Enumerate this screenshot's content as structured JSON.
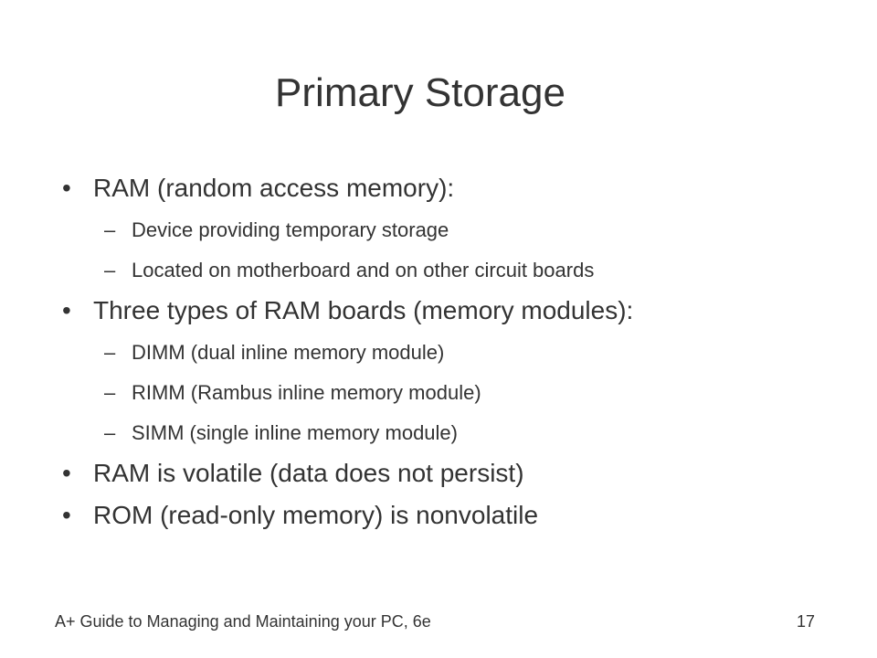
{
  "slide": {
    "title": "Primary Storage",
    "bullets": [
      {
        "text": "RAM (random access memory):",
        "sub": [
          "Device providing temporary storage",
          "Located on motherboard and on other circuit boards"
        ]
      },
      {
        "text": "Three types of RAM boards (memory modules):",
        "sub": [
          "DIMM (dual inline memory module)",
          "RIMM (Rambus inline memory module)",
          "SIMM (single inline memory module)"
        ]
      },
      {
        "text": "RAM is volatile (data does not persist)",
        "sub": []
      },
      {
        "text": "ROM (read-only memory) is nonvolatile",
        "sub": []
      }
    ],
    "bullet_glyph": "•",
    "dash_glyph": "–"
  },
  "footer": {
    "left": "A+ Guide to Managing and Maintaining your PC, 6e",
    "page_number": "17"
  }
}
